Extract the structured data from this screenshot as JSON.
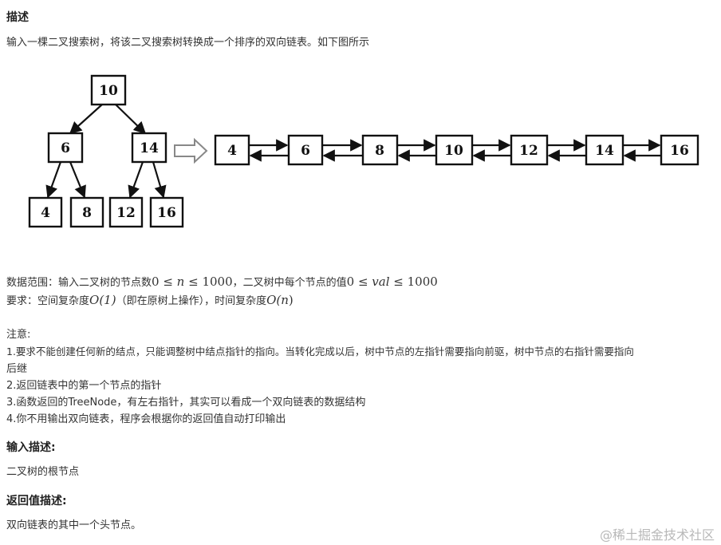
{
  "description": {
    "heading": "描述",
    "intro": "输入一棵二叉搜索树，将该二叉搜索树转换成一个排序的双向链表。如下图所示"
  },
  "diagram": {
    "tree_nodes": [
      "10",
      "6",
      "14",
      "4",
      "8",
      "12",
      "16"
    ],
    "list_nodes": [
      "4",
      "6",
      "8",
      "10",
      "12",
      "14",
      "16"
    ]
  },
  "constraints": {
    "range_prefix": "数据范围：输入二叉树的节点数",
    "range_math1_a": "0 ≤ ",
    "range_math1_var": "n",
    "range_math1_b": " ≤ 1000",
    "range_mid": "，二叉树中每个节点的值",
    "range_math2_a": "0 ≤ ",
    "range_math2_var": "val",
    "range_math2_b": " ≤ 1000",
    "req_prefix": "要求：空间复杂度",
    "req_math1": "O(1)",
    "req_mid": "（即在原树上操作），时间复杂度",
    "req_math2_a": "O(",
    "req_math2_var": "n",
    "req_math2_b": ")"
  },
  "notes": {
    "title": "注意:",
    "line1": "1.要求不能创建任何新的结点，只能调整树中结点指针的指向。当转化完成以后，树中节点的左指针需要指向前驱，树中节点的右指针需要指向",
    "line1_cont": "后继",
    "line2": "2.返回链表中的第一个节点的指针",
    "line3": "3.函数返回的TreeNode，有左右指针，其实可以看成一个双向链表的数据结构",
    "line4": "4.你不用输出双向链表，程序会根据你的返回值自动打印输出"
  },
  "input_section": {
    "heading": "输入描述:",
    "text": "二叉树的根节点"
  },
  "return_section": {
    "heading": "返回值描述:",
    "text": "双向链表的其中一个头节点。"
  },
  "watermark": "@稀土掘金技术社区"
}
